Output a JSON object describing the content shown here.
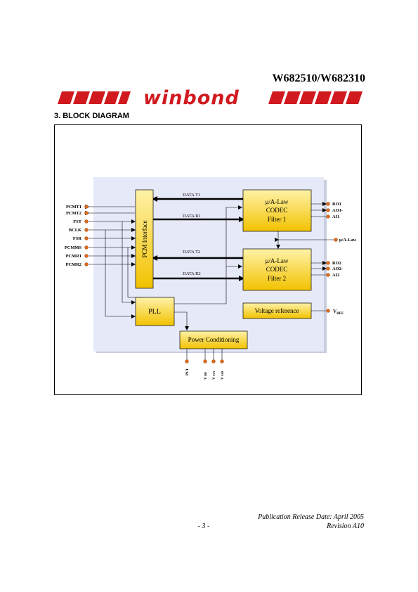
{
  "header": {
    "part_number": "W682510/W682310",
    "logo_text": "winbond"
  },
  "section_title": "3. BLOCK DIAGRAM",
  "diagram": {
    "blocks": {
      "pcm_interface": "PCM Interface",
      "codec1": [
        "μ/A-Law",
        "CODEC",
        "Filter 1"
      ],
      "codec2": [
        "μ/A-Law",
        "CODEC",
        "Filter 2"
      ],
      "pll": "PLL",
      "voltage_reference": "Voltage reference",
      "power_conditioning": "Power Conditioning"
    },
    "buses": [
      "DATA T1",
      "DATA R1",
      "DATA T2",
      "DATA R2"
    ],
    "left_pins": [
      "PCMT1",
      "PCMT2",
      "FST",
      "BCLK",
      "FSR",
      "PCMMS",
      "PCMR1",
      "PCMR2"
    ],
    "right_pins_1": [
      "RO1",
      "AO1-",
      "AI1"
    ],
    "law_select": "μ/A-Law",
    "right_pins_2": [
      "RO2",
      "AO2-",
      "AI2"
    ],
    "vref": {
      "main": "V",
      "sub": "REF"
    },
    "bottom_pins": [
      {
        "main": "PUI",
        "sub": ""
      },
      {
        "main": "V",
        "sub": "DD"
      },
      {
        "main": "V",
        "sub": "SSA"
      },
      {
        "main": "V",
        "sub": "SSD"
      }
    ],
    "colors": {
      "block_fill_top": "#fff2a8",
      "block_fill_bottom": "#f2c200",
      "background_panel": "#e6e9f7",
      "pin_dot": "#e06a1a"
    }
  },
  "footer": {
    "publication": "Publication Release Date: April 2005",
    "page": "- 3 -",
    "revision": "Revision A10"
  }
}
